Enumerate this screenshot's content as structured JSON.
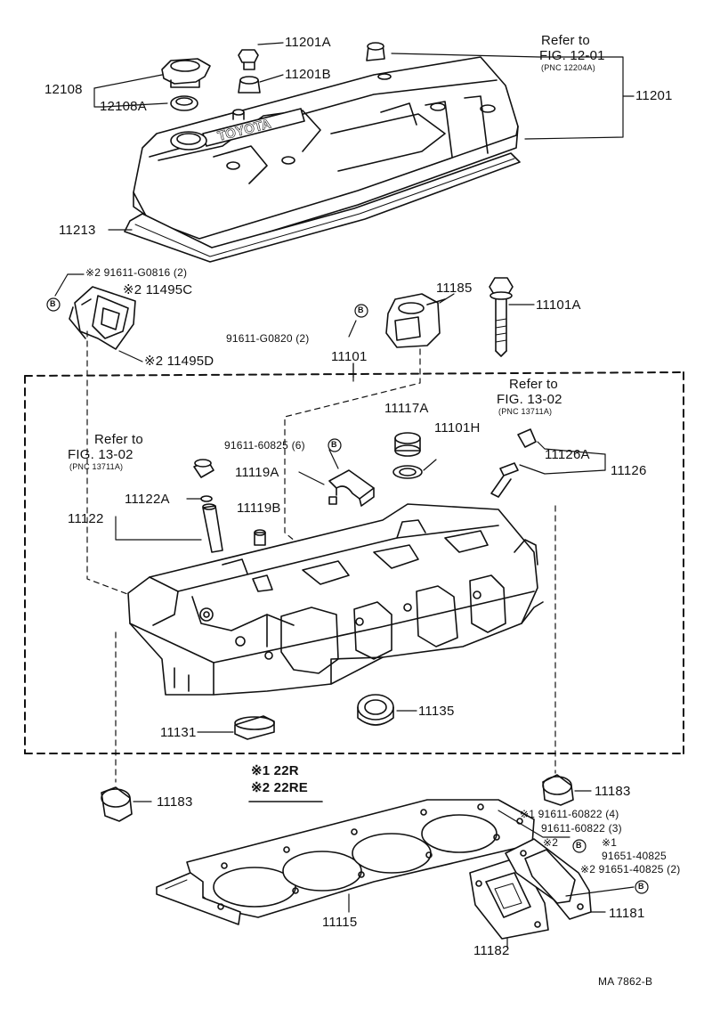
{
  "labels": {
    "p12108": "12108",
    "p12108A": "12108A",
    "p11201A": "11201A",
    "p11201B": "11201B",
    "p11201": "11201",
    "p11213": "11213",
    "refer_12_01": "Refer to",
    "fig_12_01": "FIG. 12-01",
    "pnc_12204A": "(PNC 12204A)",
    "p91611_G0816": "※2 91611-G0816 (2)",
    "p11495C": "※2 11495C",
    "p11495D": "※2 11495D",
    "p11185": "11185",
    "p11101A": "11101A",
    "p91611_G0820": "91611-G0820 (2)",
    "p11101": "11101",
    "refer_13_02_right": "Refer to",
    "fig_13_02_right": "FIG. 13-02",
    "pnc_13711A_right": "(PNC 13711A)",
    "p11117A": "11117A",
    "p11101H": "11101H",
    "refer_13_02_left": "Refer to",
    "fig_13_02_left": "FIG. 13-02",
    "pnc_13711A_left": "(PNC 13711A)",
    "p91611_60825": "91611-60825 (6)",
    "p11119A": "11119A",
    "p11126A": "11126A",
    "p11126": "11126",
    "p11122A": "11122A",
    "p11122": "11122",
    "p11119B": "11119B",
    "p11135": "11135",
    "p11131": "11131",
    "note1": "※1 22R",
    "note2": "※2 22RE",
    "p11183_left": "11183",
    "p11183_right": "11183",
    "p91611_60822_4": "※1 91611-60822 (4)",
    "p91611_60822_3": "91611-60822 (3)",
    "mark2": "※2",
    "mark1": "※1",
    "p91651_40825": "91651-40825",
    "p91651_40825_2": "※2 91651-40825 (2)",
    "p11181": "11181",
    "p11115": "11115",
    "p11182": "11182",
    "ref_code": "MA 7862-B",
    "valve_cover_text": "TOYOTA",
    "bolt_mark": "B"
  }
}
